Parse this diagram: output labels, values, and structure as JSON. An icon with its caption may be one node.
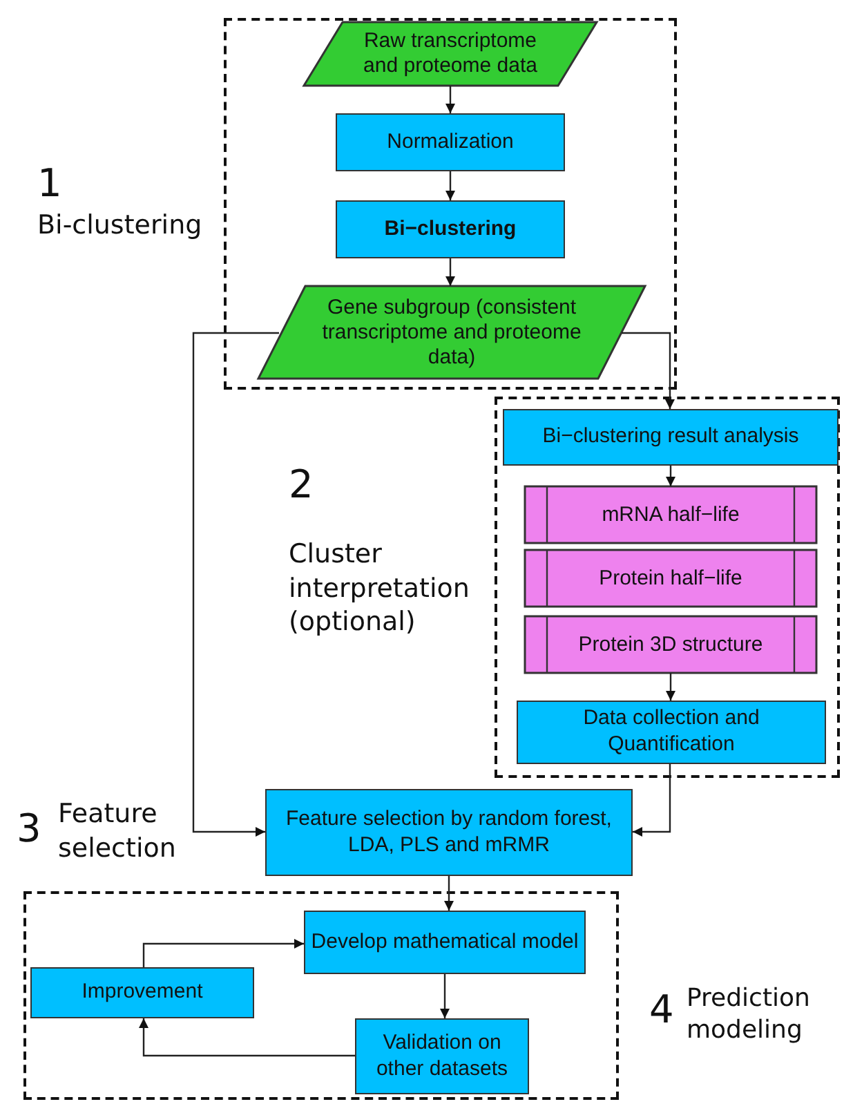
{
  "diagram": {
    "nodes": [
      {
        "text": [
          "1",
          "Bi-clustering"
        ]
      },
      {
        "text": [
          "Raw transcriptome and proteome data"
        ],
        "in": 0
      },
      {
        "text": [
          "Normalization"
        ],
        "in": 0
      },
      {
        "text": [
          "Bi−clustering"
        ],
        "in": 0
      },
      {
        "text": [
          "Gene subgroup (consistent transcriptome and proteome data)"
        ],
        "in": 0
      },
      {
        "text": [
          "2",
          "Cluster interpretation (optional)"
        ]
      },
      {
        "text": [
          "Bi−clustering result analysis"
        ],
        "in": 5
      },
      {
        "text": [
          "mRNA half−life"
        ],
        "in": 5
      },
      {
        "text": [
          "Protein half−life"
        ],
        "in": 5
      },
      {
        "text": [
          "Protein 3D structure"
        ],
        "in": 5
      },
      {
        "text": [
          "Data collection and Quantification"
        ],
        "in": 5
      },
      {
        "text": [
          "Feature selection by random forest, LDA, PLS and mRMR"
        ]
      },
      {
        "text": [
          "4",
          "Prediction modeling"
        ]
      },
      {
        "text": [
          "Develop mathematical model"
        ],
        "in": 12
      },
      {
        "text": [
          "Improvement"
        ],
        "in": 12
      },
      {
        "text": [
          "Validation on other datasets"
        ],
        "in": 12
      }
    ],
    "edges": [
      {
        "from": 1,
        "to": 2,
        "arrow": "to"
      },
      {
        "from": 2,
        "to": 3,
        "arrow": "to"
      },
      {
        "from": 3,
        "to": 4,
        "arrow": "to"
      },
      {
        "from": 4,
        "to": 6,
        "arrow": "to"
      },
      {
        "from": 4,
        "to": 11,
        "arrow": "to"
      },
      {
        "from": 6,
        "to": 7,
        "arrow": "to"
      },
      {
        "from": 9,
        "to": 10,
        "arrow": "to"
      },
      {
        "from": 10,
        "to": 11,
        "arrow": "to"
      },
      {
        "from": 11,
        "to": 13,
        "arrow": "to"
      },
      {
        "from": 13,
        "to": 15,
        "arrow": "to"
      },
      {
        "from": 15,
        "to": 14,
        "arrow": "to"
      },
      {
        "from": 14,
        "to": 13,
        "arrow": "to"
      }
    ],
    "labels": [
      "3",
      "Feature selection"
    ]
  }
}
